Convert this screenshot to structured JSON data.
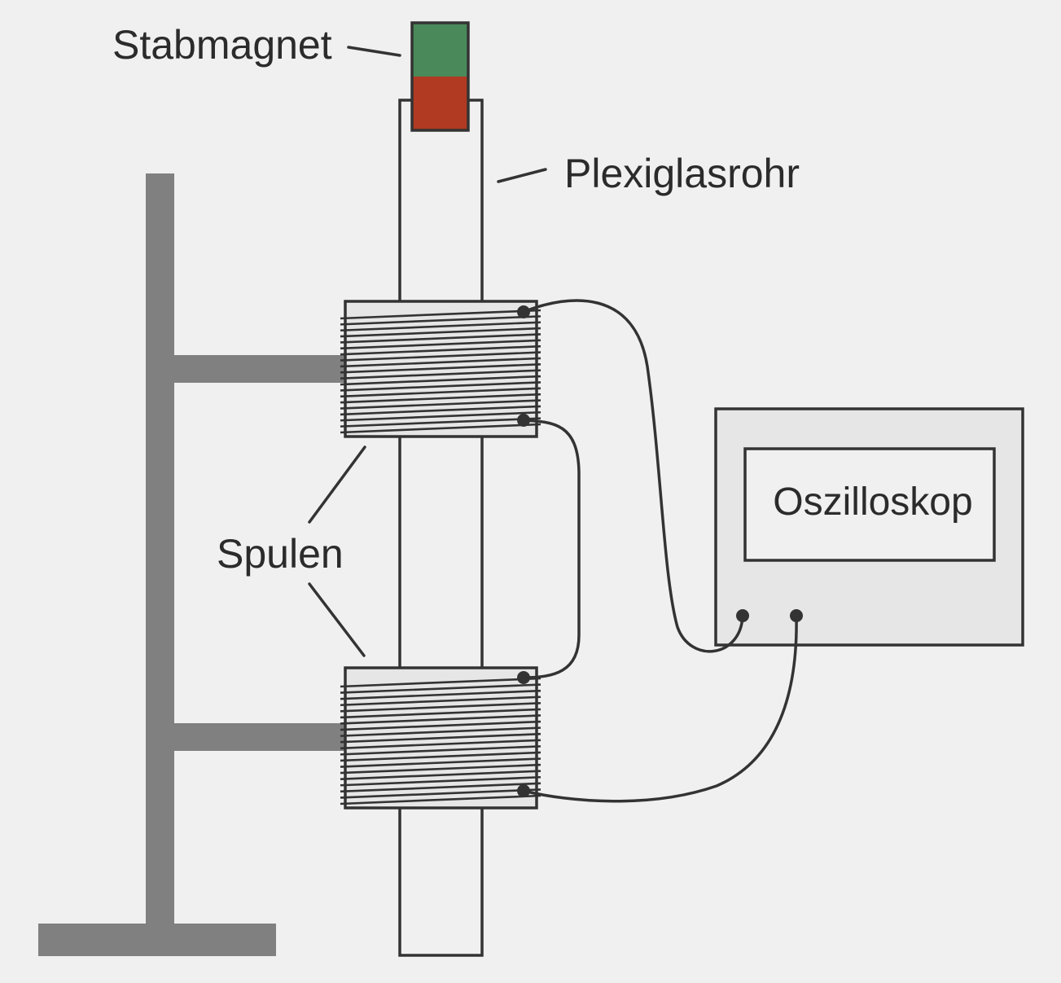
{
  "labels": {
    "magnet": "Stabmagnet",
    "tube": "Plexiglasrohr",
    "coils": "Spulen",
    "oscilloscope": "Oszilloskop"
  },
  "colors": {
    "background": "#f0f0f0",
    "stand": "#808080",
    "outline": "#333333",
    "coil_fill": "#e6e6e6",
    "device_fill": "#e6e6e6",
    "screen_fill": "#f0f0f0",
    "magnet_north": "#4a8a5a",
    "magnet_south": "#b03a22"
  },
  "icons": {
    "magnet": "bar-magnet-icon",
    "coil": "coil-winding-icon",
    "terminal": "terminal-dot-icon"
  }
}
